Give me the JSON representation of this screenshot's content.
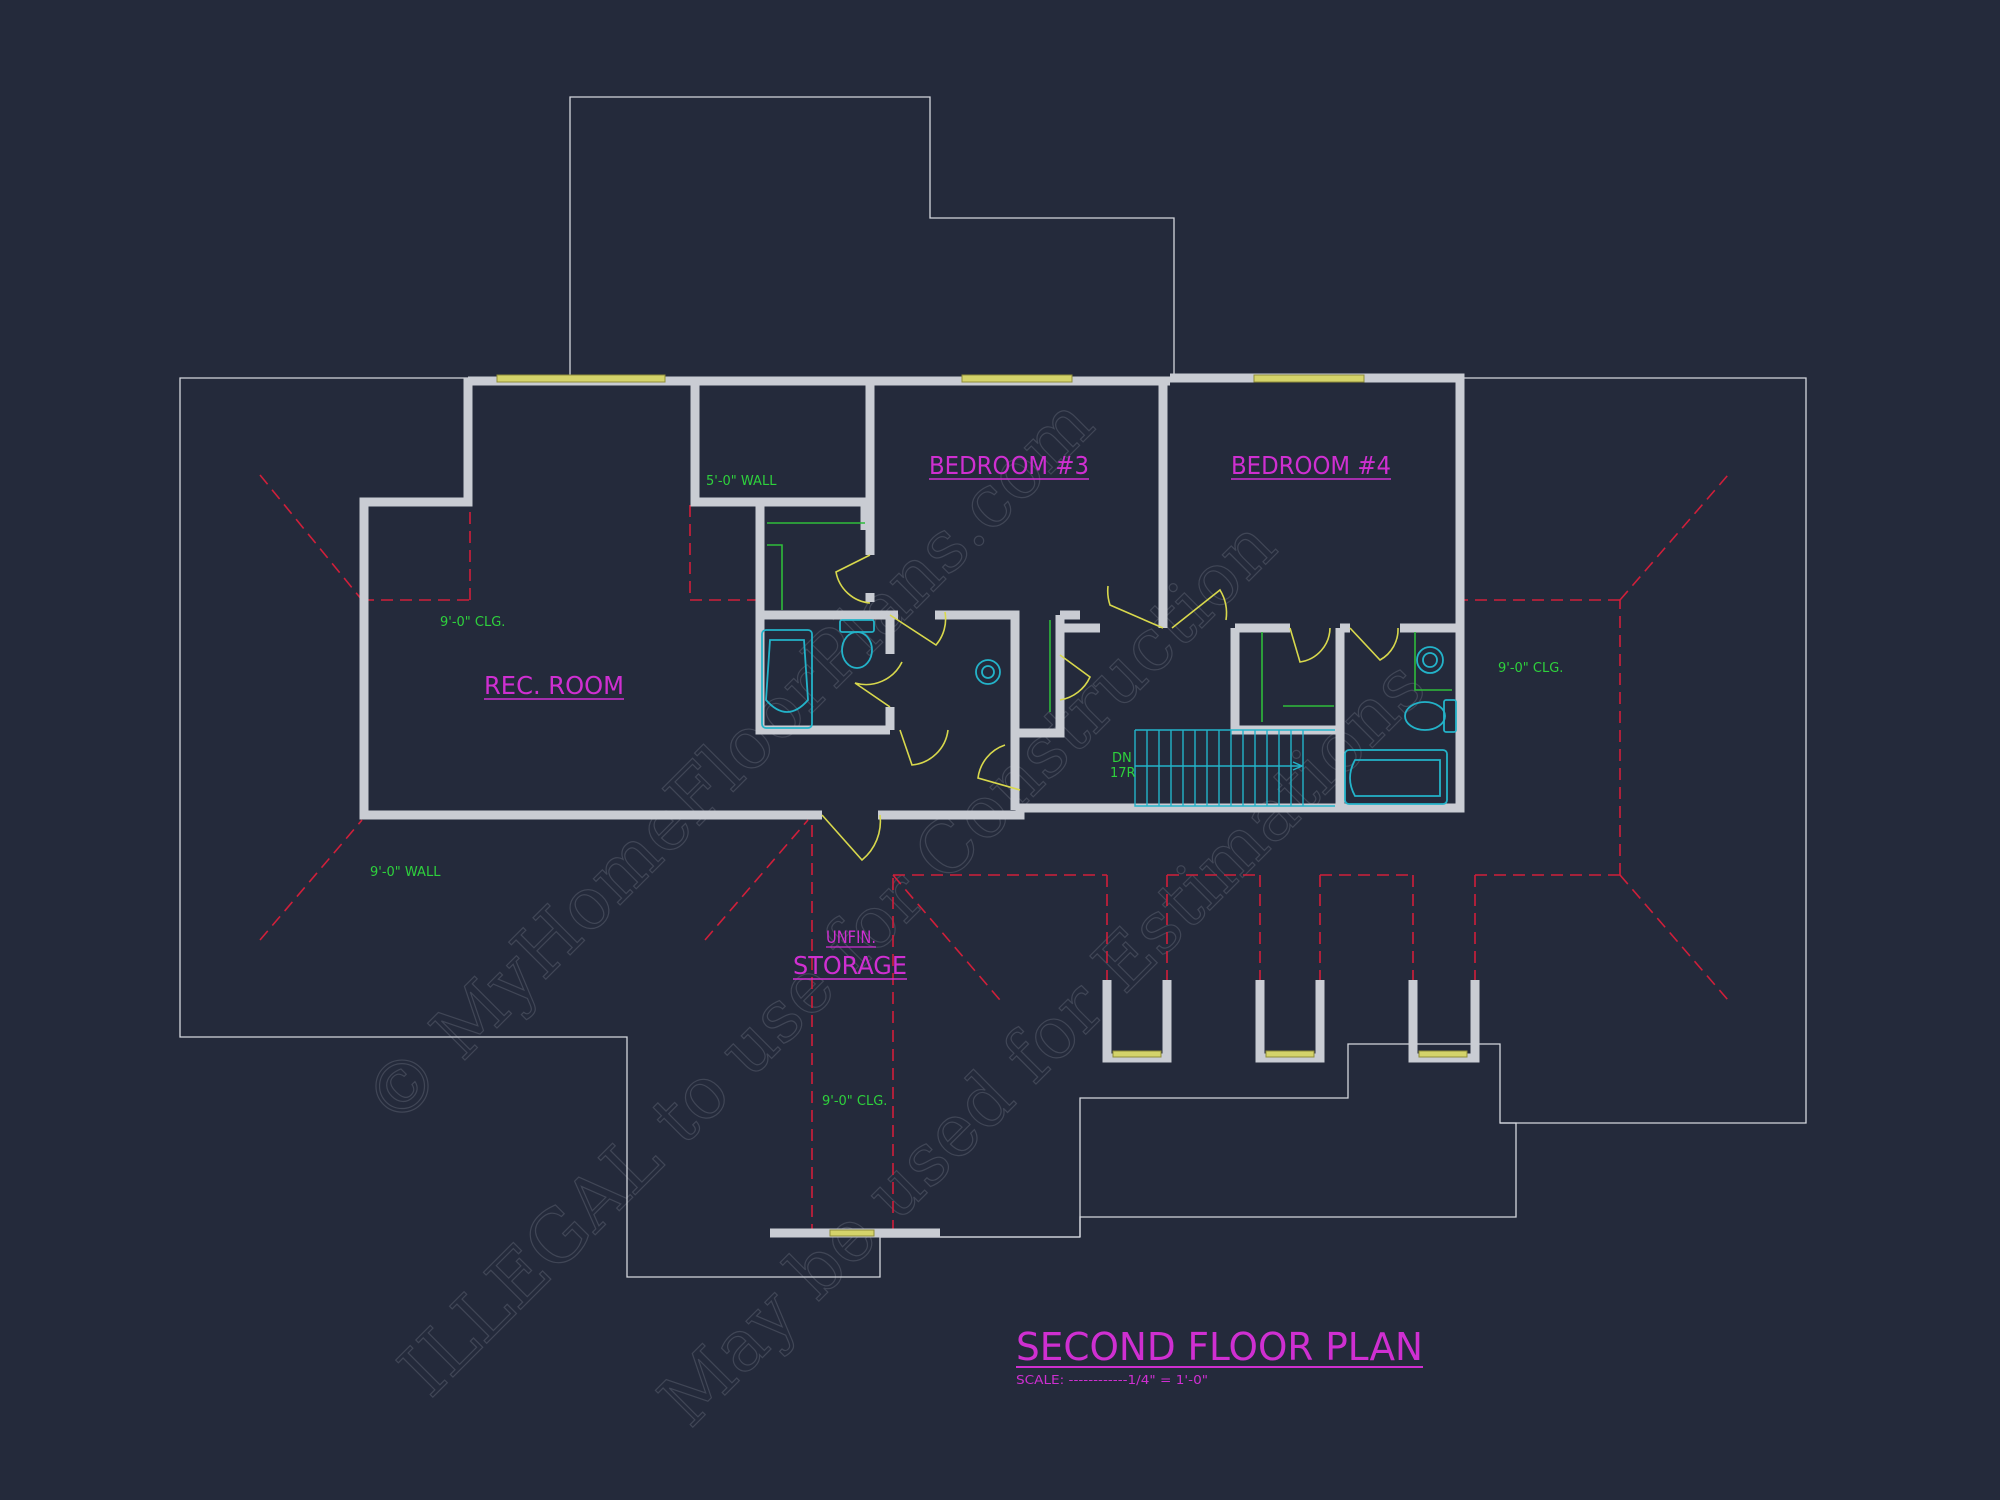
{
  "plan": {
    "title": "SECOND FLOOR PLAN",
    "scale": "SCALE: ------------1/4\" = 1'-0\""
  },
  "rooms": {
    "rec_room": "REC. ROOM",
    "bedroom_3": "BEDROOM #3",
    "bedroom_4": "BEDROOM #4",
    "unfin": "UNFIN.",
    "storage": "STORAGE"
  },
  "notes": {
    "wall_5": "5'-0\" WALL",
    "clg_left": "9'-0\" CLG.",
    "clg_right": "9'-0\" CLG.",
    "clg_bottom": "9'-0\" CLG.",
    "wall_9": "9'-0\" WALL",
    "stair_dn": "DN",
    "stair_risers": "17R"
  },
  "watermark": {
    "line1": "© MyHomeFloorPlans.com",
    "line2": "ILLEGAL to use for Construction",
    "line3": "May be used for Estimations"
  },
  "colors": {
    "background": "#242a3b",
    "label": "#cf2fd1",
    "note": "#2ed13c",
    "fixture": "#23b3c9",
    "roof_line": "#d01f3a",
    "window": "#d4d36a"
  }
}
